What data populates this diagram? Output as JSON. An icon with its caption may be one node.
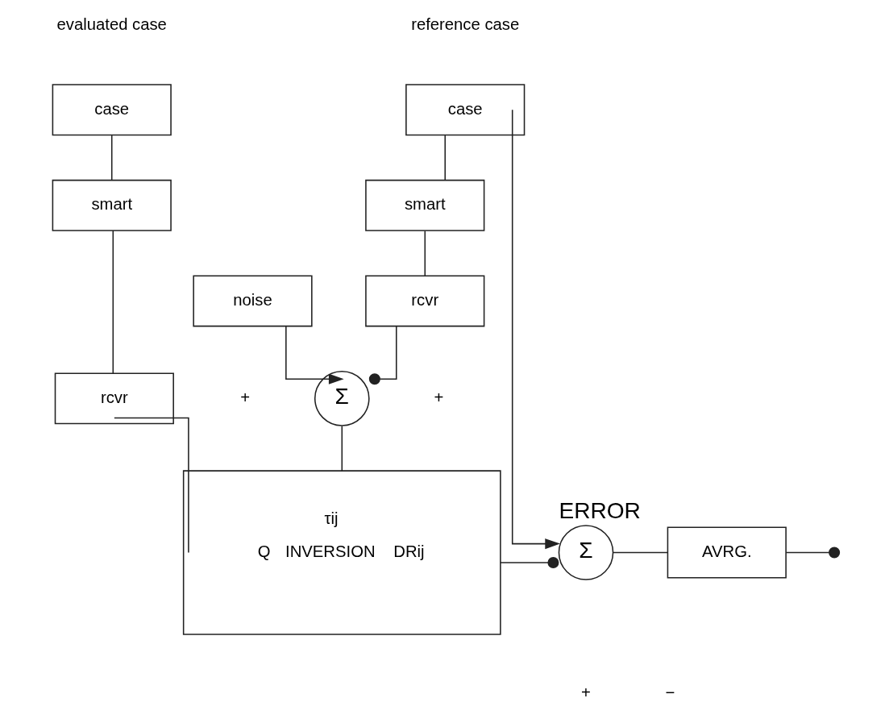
{
  "diagram": {
    "nodes": [
      {
        "text": [
          "case"
        ]
      },
      {
        "text": [
          "smart"
        ]
      },
      {
        "text": [
          "rcvr"
        ]
      },
      {
        "text": [
          "noise"
        ]
      },
      {
        "text": [
          "case"
        ]
      },
      {
        "text": [
          "smart"
        ]
      },
      {
        "text": [
          "rcvr"
        ]
      },
      {
        "text": [
          "Σ"
        ]
      },
      {
        "text": [
          "τij",
          "Q",
          "INVERSION",
          "DRij"
        ]
      },
      {
        "text": [
          "Σ"
        ],
        "beside": [
          "ERROR"
        ]
      },
      {
        "text": [
          "AVRG."
        ]
      }
    ],
    "edges": [
      {
        "from": 0,
        "to": 1,
        "arrow": "none"
      },
      {
        "from": 1,
        "to": 2,
        "arrow": "none"
      },
      {
        "from": 2,
        "to": 8,
        "arrow": "none"
      },
      {
        "from": 3,
        "to": 7,
        "arrow": "to"
      },
      {
        "from": 4,
        "to": 5,
        "arrow": "none"
      },
      {
        "from": 5,
        "to": 6,
        "arrow": "none"
      },
      {
        "from": 6,
        "to": 7,
        "arrow": "other"
      },
      {
        "from": 7,
        "to": 8,
        "arrow": "none"
      },
      {
        "from": 4,
        "to": 9,
        "arrow": "to"
      },
      {
        "from": 8,
        "to": 9,
        "arrow": "other"
      },
      {
        "from": 9,
        "to": 10,
        "arrow": "none"
      },
      {
        "from": 10,
        "to": null,
        "arrow": "other"
      }
    ],
    "labels": [
      "evaluated case",
      "reference case",
      "+",
      "+",
      "−",
      "+"
    ]
  }
}
